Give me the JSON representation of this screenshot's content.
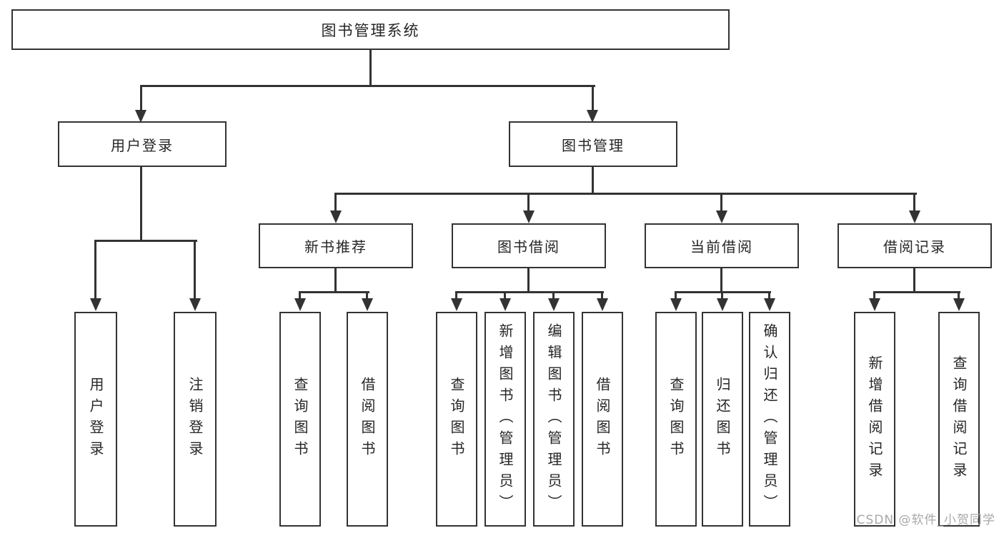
{
  "diagram": {
    "root": {
      "id": "library-management-system",
      "label": "图书管理系统",
      "children": [
        {
          "id": "user-login",
          "label": "用户登录",
          "children": [
            {
              "id": "user-login-leaf",
              "label": "用户登录"
            },
            {
              "id": "logout-leaf",
              "label": "注销登录"
            }
          ]
        },
        {
          "id": "book-management",
          "label": "图书管理",
          "children": [
            {
              "id": "new-book-recommendation",
              "label": "新书推荐",
              "children": [
                {
                  "id": "nbr-query-books",
                  "label": "查询图书"
                },
                {
                  "id": "nbr-borrow-books",
                  "label": "借阅图书"
                }
              ]
            },
            {
              "id": "book-borrowing",
              "label": "图书借阅",
              "children": [
                {
                  "id": "bb-query-books",
                  "label": "查询图书"
                },
                {
                  "id": "bb-add-books-admin",
                  "label": "新增图书（管理员）"
                },
                {
                  "id": "bb-edit-books-admin",
                  "label": "编辑图书（管理员）"
                },
                {
                  "id": "bb-borrow-books",
                  "label": "借阅图书"
                }
              ]
            },
            {
              "id": "current-borrowing",
              "label": "当前借阅",
              "children": [
                {
                  "id": "cb-query-books",
                  "label": "查询图书"
                },
                {
                  "id": "cb-return-books",
                  "label": "归还图书"
                },
                {
                  "id": "cb-confirm-return-admin",
                  "label": "确认归还（管理员）"
                }
              ]
            },
            {
              "id": "borrowing-records",
              "label": "借阅记录",
              "children": [
                {
                  "id": "br-add-record",
                  "label": "新增借阅记录"
                },
                {
                  "id": "br-query-record",
                  "label": "查询借阅记录"
                }
              ]
            }
          ]
        }
      ]
    },
    "watermark": "CSDN @软件_小贺同学",
    "colors": {
      "line": "#333333",
      "box_background": "#ffffff",
      "text": "#262626",
      "watermark": "#a8a8a8"
    }
  }
}
